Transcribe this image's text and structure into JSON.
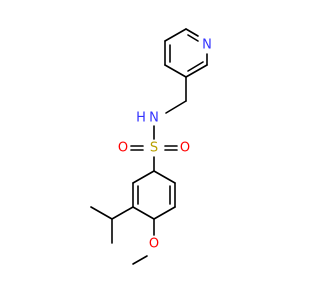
{
  "molecule": {
    "atoms": {
      "pyridine_n": {
        "text": "N",
        "color": "#3333ff"
      },
      "amide_n": {
        "text": "N",
        "color": "#3333ff"
      },
      "amide_h": {
        "text": "H",
        "color": "#3333ff"
      },
      "sulfur": {
        "text": "S",
        "color": "#b8a000"
      },
      "oxygen_left": {
        "text": "O",
        "color": "#ff0000"
      },
      "oxygen_right": {
        "text": "O",
        "color": "#ff0000"
      },
      "methoxy_o": {
        "text": "O",
        "color": "#ff0000"
      }
    }
  }
}
